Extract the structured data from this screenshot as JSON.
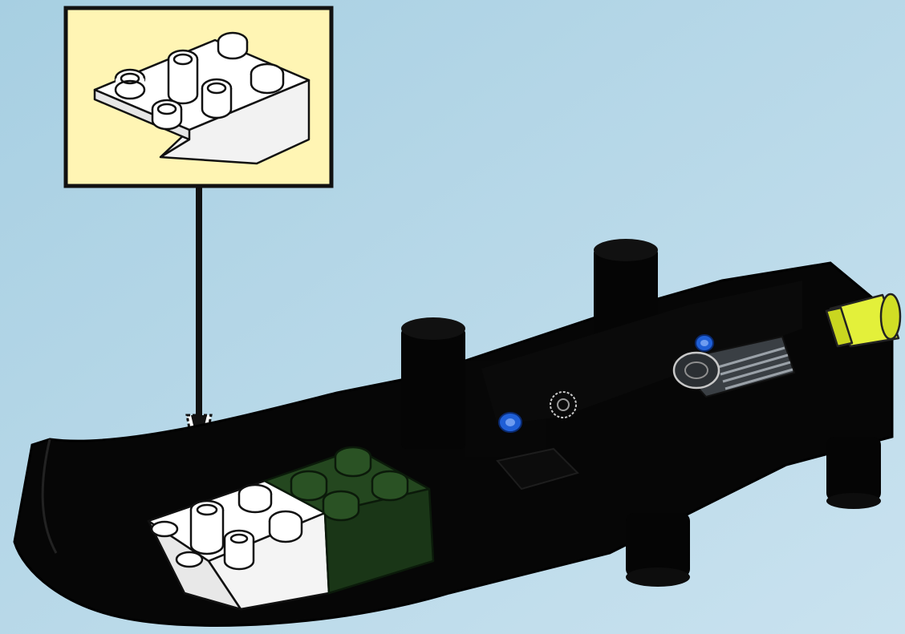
{
  "scene": {
    "kind": "building-instruction-step",
    "background_colors": [
      "#a9d0e3",
      "#c6e0ee"
    ],
    "callout": {
      "background_color": "#fff5b4",
      "border_color": "#111111",
      "part_shown": "white-inverted-slope-brick-2x3",
      "part_color": "#ffffff"
    },
    "arrow": {
      "color": "#111111",
      "meaning": "place-part-here"
    },
    "model": {
      "chassis_color": "#050505",
      "parts": [
        {
          "name": "white-inverted-slope-brick",
          "color": "#ffffff"
        },
        {
          "name": "dark-green-brick-2x2",
          "color": "#1c3d19"
        },
        {
          "name": "blue-pin",
          "color": "#1f5fd6"
        },
        {
          "name": "light-gray-grille",
          "color": "#8a9096"
        },
        {
          "name": "yellow-exhaust-cone",
          "color": "#e3f03a"
        }
      ]
    }
  }
}
